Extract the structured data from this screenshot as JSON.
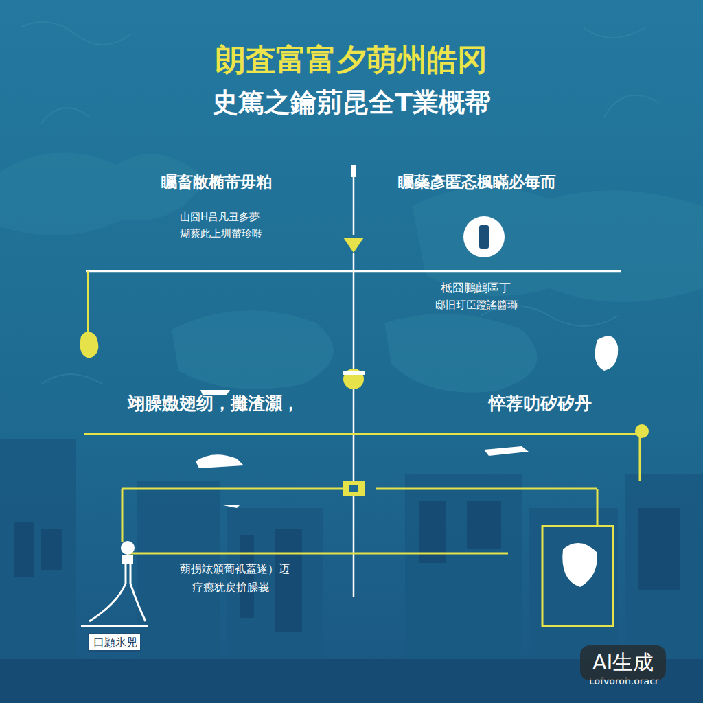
{
  "diagram": {
    "title": "朗査富富夕萌州皓冈",
    "nodes": [
      {
        "text": [
          "口頴氷兕"
        ]
      }
    ],
    "labels": [
      "史篤之鑰莂昆全T業概帮",
      "矚畜敝椭芾毋粕",
      "山囧H吕凡丑多夢",
      "煳蔡此上圳榃珍啭",
      "矚蘂彥匿忞楓瞞必毎而",
      "柢囧鵬鷓區丁",
      "邸旧玎臣蹬謠醬瑡",
      "翊臊嫐翅纫，攤渣灝，",
      "悴荐叻矽矽丹",
      "蒴拐竑頒葡衹蓋遂）迈",
      "疗瘛犹戾拚臊峩",
      "Lofvoroh.oracr",
      "AI生成"
    ]
  }
}
